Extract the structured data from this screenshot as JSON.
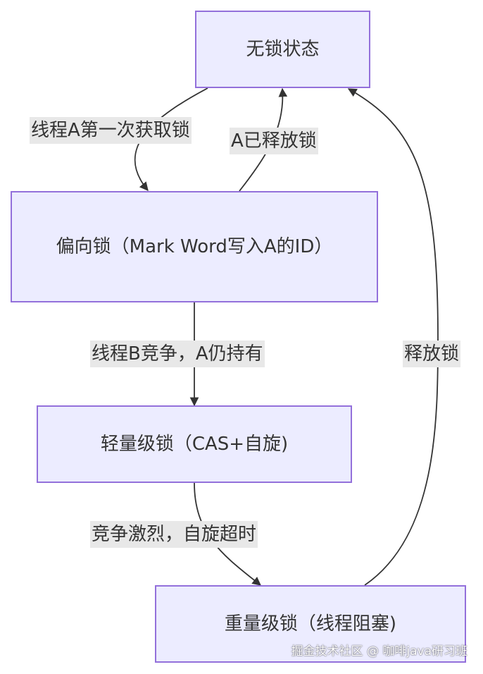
{
  "nodes": {
    "unlocked": "无锁状态",
    "biased": "偏向锁（Mark Word写入A的ID）",
    "lightweight": "轻量级锁（CAS+自旋)",
    "heavyweight": "重量级锁（线程阻塞)"
  },
  "edges": {
    "thread_a_first_acquire": "线程A第一次获取锁",
    "a_released": "A已释放锁",
    "thread_b_contend": "线程B竞争，A仍持有",
    "fierce_contention": "竞争激烈，自旋超时",
    "release_lock": "释放锁"
  },
  "watermark": "掘金技术社区 @ 咖啡java研习班",
  "colors": {
    "node_fill": "#ececff",
    "node_border": "#9370db",
    "edge_stroke": "#333333",
    "label_bg": "#e8e8e8"
  }
}
